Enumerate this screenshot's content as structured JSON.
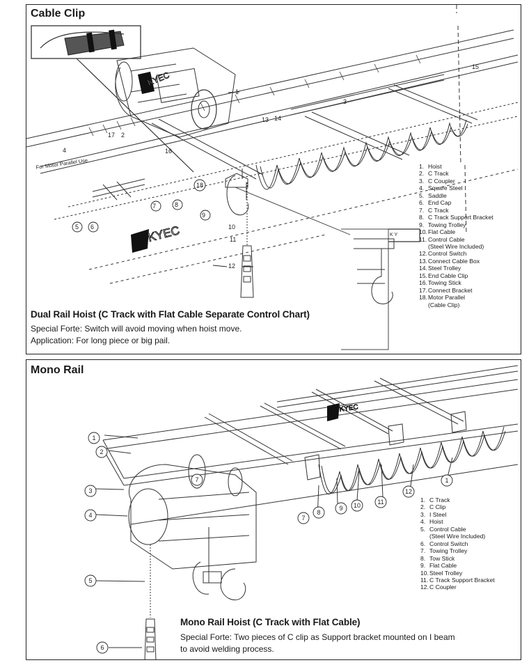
{
  "top_panel": {
    "title": "Cable Clip",
    "caption_title": "Dual Rail Hoist (C Track with Flat Cable Separate Control Chart)",
    "caption_lines": [
      "Special Forte: Switch will avoid moving when hoist move.",
      "Application: For long piece or big pail."
    ],
    "track_label": "For Motor Parallel Use",
    "brand_text": "KYEC",
    "inset_label": "K Y",
    "legend": [
      {
        "num": "1.",
        "label": "Hoist"
      },
      {
        "num": "2.",
        "label": "C Track"
      },
      {
        "num": "3.",
        "label": "C Coupler"
      },
      {
        "num": "4.",
        "label": "Square Steel"
      },
      {
        "num": "5.",
        "label": "Saddle"
      },
      {
        "num": "6.",
        "label": "End Cap"
      },
      {
        "num": "7.",
        "label": "C Track"
      },
      {
        "num": "8.",
        "label": "C Track Support Bracket"
      },
      {
        "num": "9.",
        "label": "Towing Trolley"
      },
      {
        "num": "10.",
        "label": "Flat Cable"
      },
      {
        "num": "11.",
        "label": "Control Cable"
      },
      {
        "num": "",
        "label": "(Steel Wire Included)"
      },
      {
        "num": "12.",
        "label": "Control Switch"
      },
      {
        "num": "13.",
        "label": "Connect Cable Box"
      },
      {
        "num": "14.",
        "label": "Steel Trolley"
      },
      {
        "num": "15.",
        "label": "End Cable Clip"
      },
      {
        "num": "16.",
        "label": "Towing Stick"
      },
      {
        "num": "17.",
        "label": "Connect Bracket"
      },
      {
        "num": "18.",
        "label": "Motor Parallel"
      },
      {
        "num": "",
        "label": "(Cable Clip)"
      }
    ],
    "callouts": [
      "1",
      "2",
      "3",
      "4",
      "5",
      "6",
      "7",
      "8",
      "9",
      "10",
      "11",
      "12",
      "13",
      "14",
      "15",
      "16",
      "17",
      "18"
    ]
  },
  "bottom_panel": {
    "title": "Mono Rail",
    "caption_title": "Mono Rail Hoist (C Track with Flat Cable)",
    "caption_lines": [
      "Special Forte: Two pieces of C clip as Support bracket mounted on I beam",
      "to avoid welding process."
    ],
    "brand_text": "KYEC",
    "legend": [
      {
        "num": "1.",
        "label": "C Track"
      },
      {
        "num": "2.",
        "label": "C Clip"
      },
      {
        "num": "3.",
        "label": "I Steel"
      },
      {
        "num": "4.",
        "label": "Hoist"
      },
      {
        "num": "5.",
        "label": "Control Cable"
      },
      {
        "num": "",
        "label": "(Steel Wire Included)"
      },
      {
        "num": "6.",
        "label": "Control Switch"
      },
      {
        "num": "7.",
        "label": "Towing Trolley"
      },
      {
        "num": "8.",
        "label": "Tow Stick"
      },
      {
        "num": "9.",
        "label": "Flat Cable"
      },
      {
        "num": "10.",
        "label": "Steel Trolley"
      },
      {
        "num": "11.",
        "label": "C Track Support Bracket"
      },
      {
        "num": "12.",
        "label": "C Coupler"
      }
    ],
    "callouts": [
      "1",
      "2",
      "3",
      "4",
      "5",
      "6",
      "7",
      "8",
      "9",
      "10",
      "11",
      "12",
      "1",
      "7"
    ]
  }
}
